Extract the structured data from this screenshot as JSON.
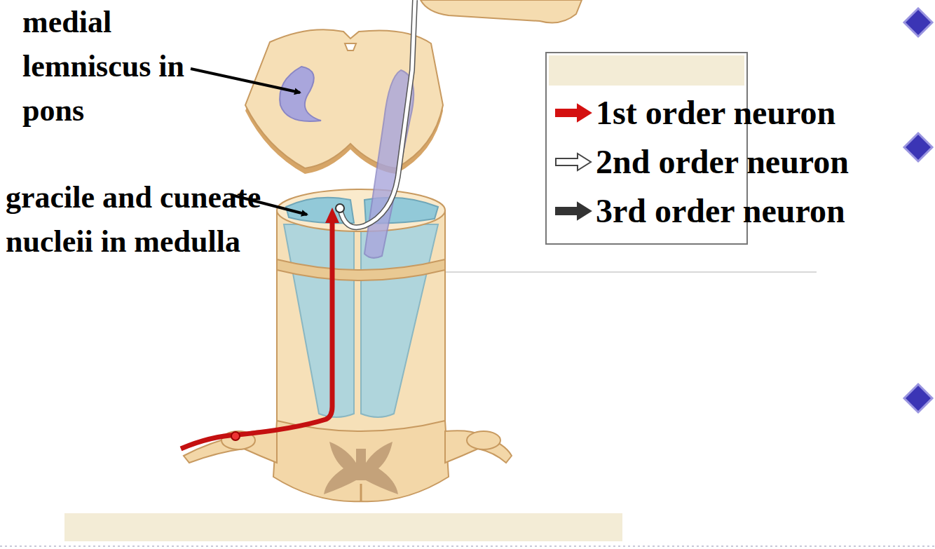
{
  "diagram": {
    "labels": [
      "medial lemniscus in pons",
      "gracile and cuneate nucleii in medulla"
    ],
    "legend": [
      {
        "text": "1st order neuron"
      },
      {
        "text": "2nd order neuron"
      },
      {
        "text": "3rd order neuron"
      }
    ]
  }
}
